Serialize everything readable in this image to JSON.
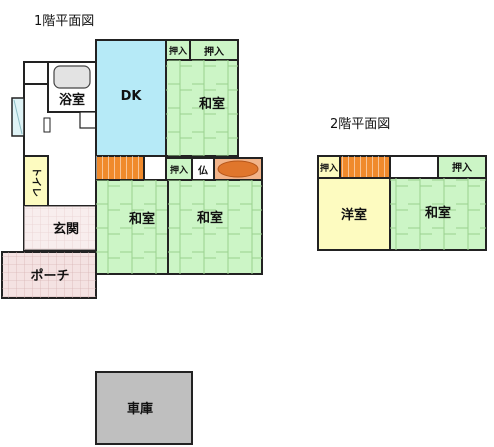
{
  "floor1": {
    "title": "1階平面図",
    "rooms": {
      "dk": "DK",
      "bath": "浴室",
      "washitsu_top": "和室",
      "washitsu_left": "和室",
      "washitsu_right": "和室",
      "genkan": "玄関",
      "porch": "ポーチ",
      "toilet": "トイレ",
      "oshiire_small": "押入",
      "oshiire": "押入",
      "oshiire_mid": "押入",
      "butsudan": "仏"
    }
  },
  "floor2": {
    "title": "2階平面図",
    "rooms": {
      "youshitsu": "洋室",
      "washitsu": "和室",
      "oshiire_left": "押入",
      "oshiire_right": "押入"
    }
  },
  "garage": {
    "label": "車庫"
  },
  "colors": {
    "washitsu": "#ccf5c6",
    "dk": "#b6eaf7",
    "youshitsu": "#fdfbc0",
    "stairs": "#f08a2c",
    "alcove": "#e0762c",
    "genkan": "#f4e2e2",
    "garage": "#bfbfbf",
    "wall": "#222222"
  }
}
